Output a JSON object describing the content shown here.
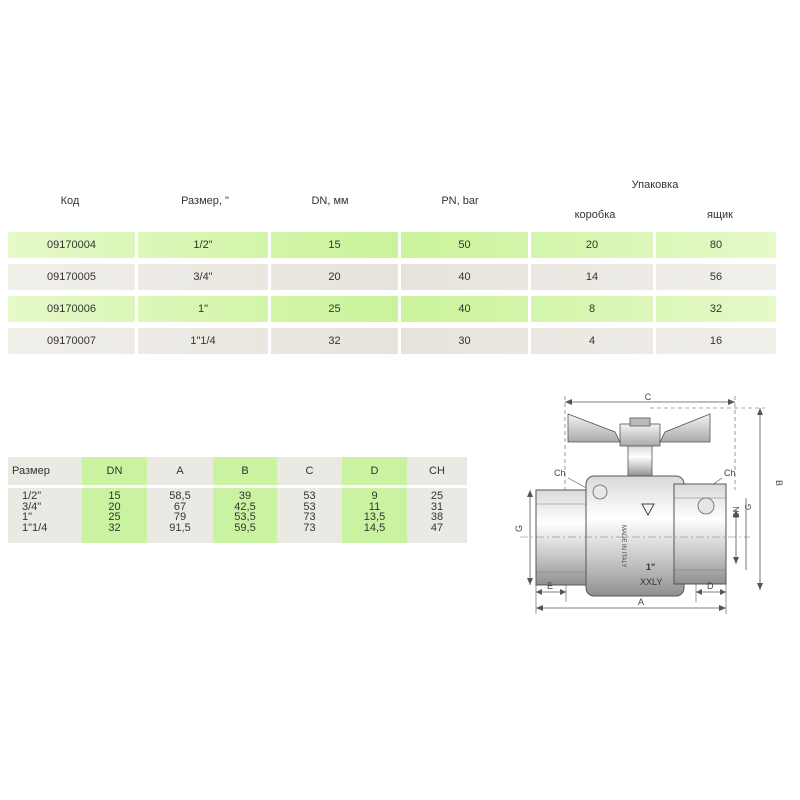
{
  "packing_table": {
    "headers": {
      "code": "Код",
      "size": "Размер, \"",
      "dn": "DN, мм",
      "pn": "PN, bar",
      "packing": "Упаковка",
      "box": "коробка",
      "crate": "ящик"
    },
    "rows": [
      {
        "code": "09170004",
        "size": "1/2\"",
        "dn": "15",
        "pn": "50",
        "box": "20",
        "crate": "80"
      },
      {
        "code": "09170005",
        "size": "3/4\"",
        "dn": "20",
        "pn": "40",
        "box": "14",
        "crate": "56"
      },
      {
        "code": "09170006",
        "size": "1\"",
        "dn": "25",
        "pn": "40",
        "box": "8",
        "crate": "32"
      },
      {
        "code": "09170007",
        "size": "1\"1/4",
        "dn": "32",
        "pn": "30",
        "box": "4",
        "crate": "16"
      }
    ]
  },
  "dimension_table": {
    "headers": [
      "Размер",
      "DN",
      "A",
      "B",
      "C",
      "D",
      "CH"
    ],
    "columns": [
      [
        "1/2\"",
        "3/4\"",
        "1\"",
        "1\"1/4"
      ],
      [
        "15",
        "20",
        "25",
        "32"
      ],
      [
        "58,5",
        "67",
        "79",
        "91,5"
      ],
      [
        "39",
        "42,5",
        "53,5",
        "59,5"
      ],
      [
        "53",
        "53",
        "73",
        "73"
      ],
      [
        "9",
        "11",
        "13,5",
        "14,5"
      ],
      [
        "25",
        "31",
        "38",
        "47"
      ]
    ]
  },
  "drawing": {
    "labels": {
      "c": "C",
      "b": "B",
      "ch_left": "Ch",
      "ch_right": "Ch",
      "g_left": "G",
      "g_right": "G",
      "dn": "DN",
      "d": "D",
      "e": "E",
      "a": "A",
      "made_in": "MADE IN ITALY",
      "size_mark": "1\"",
      "model_mark": "XXLY"
    }
  },
  "colors": {
    "green": "#c9f39a",
    "grey": "#e6e3dc",
    "text": "#333333"
  }
}
